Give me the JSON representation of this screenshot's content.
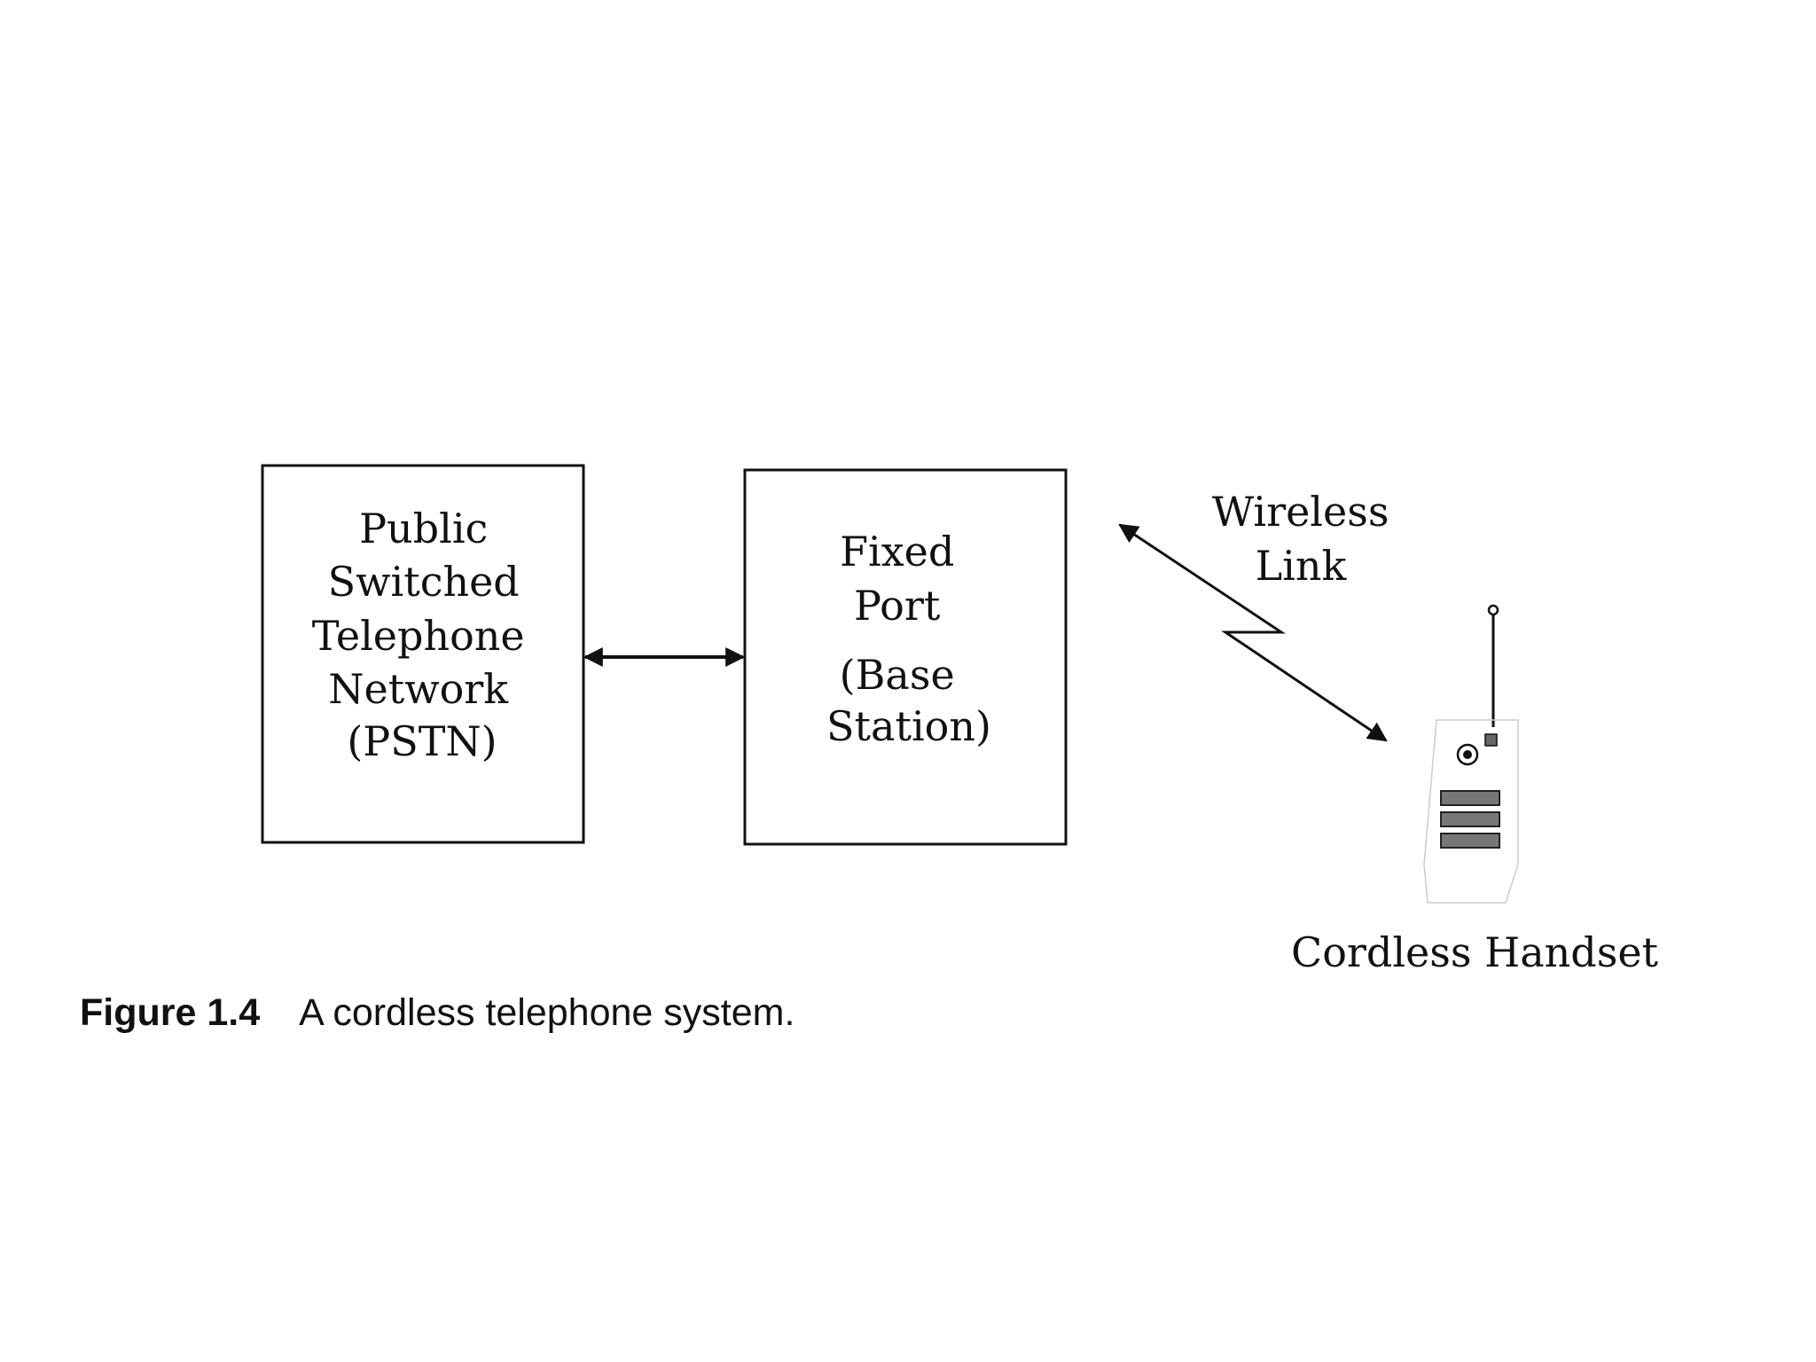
{
  "diagram": {
    "pstn_box": {
      "lines": [
        "Public",
        "Switched",
        "Telephone",
        "Network",
        "(PSTN)"
      ]
    },
    "base_box": {
      "lines": [
        "Fixed",
        "Port",
        "(Base",
        "Station)"
      ]
    },
    "wireless_label": {
      "lines": [
        "Wireless",
        "Link"
      ]
    },
    "handset_label": "Cordless Handset"
  },
  "caption": {
    "figure_number": "Figure 1.4",
    "text": "A cordless telephone system."
  }
}
